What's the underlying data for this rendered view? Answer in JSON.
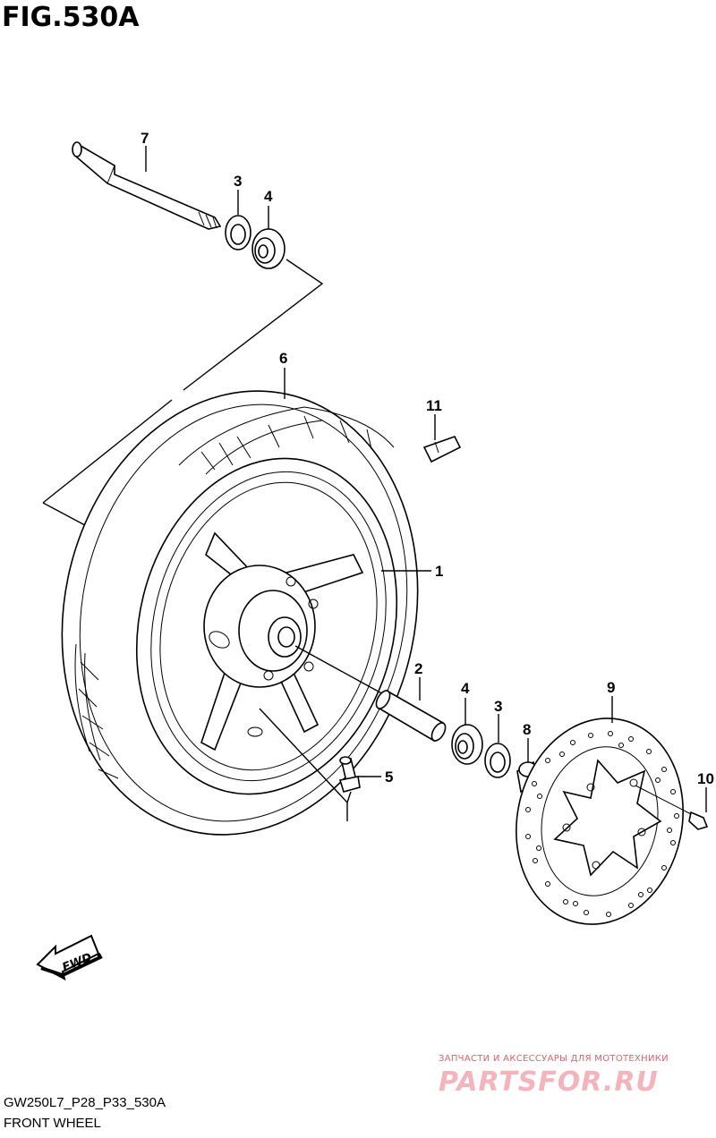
{
  "figure": {
    "title": "FIG.530A"
  },
  "callouts": [
    {
      "id": "7",
      "label": "7"
    },
    {
      "id": "3a",
      "label": "3"
    },
    {
      "id": "4a",
      "label": "4"
    },
    {
      "id": "6",
      "label": "6"
    },
    {
      "id": "11",
      "label": "11"
    },
    {
      "id": "1",
      "label": "1"
    },
    {
      "id": "2",
      "label": "2"
    },
    {
      "id": "4b",
      "label": "4"
    },
    {
      "id": "3b",
      "label": "3"
    },
    {
      "id": "8",
      "label": "8"
    },
    {
      "id": "9",
      "label": "9"
    },
    {
      "id": "10",
      "label": "10"
    },
    {
      "id": "5",
      "label": "5"
    }
  ],
  "fwd_label": "FWD",
  "watermark": {
    "tagline": "ЗАПЧАСТИ И АКСЕССУАРЫ ДЛЯ МОТОТЕХНИКИ",
    "logo": "PARTSFOR.RU"
  },
  "footer": {
    "code": "GW250L7_P28_P33_530A",
    "name": "FRONT WHEEL"
  }
}
